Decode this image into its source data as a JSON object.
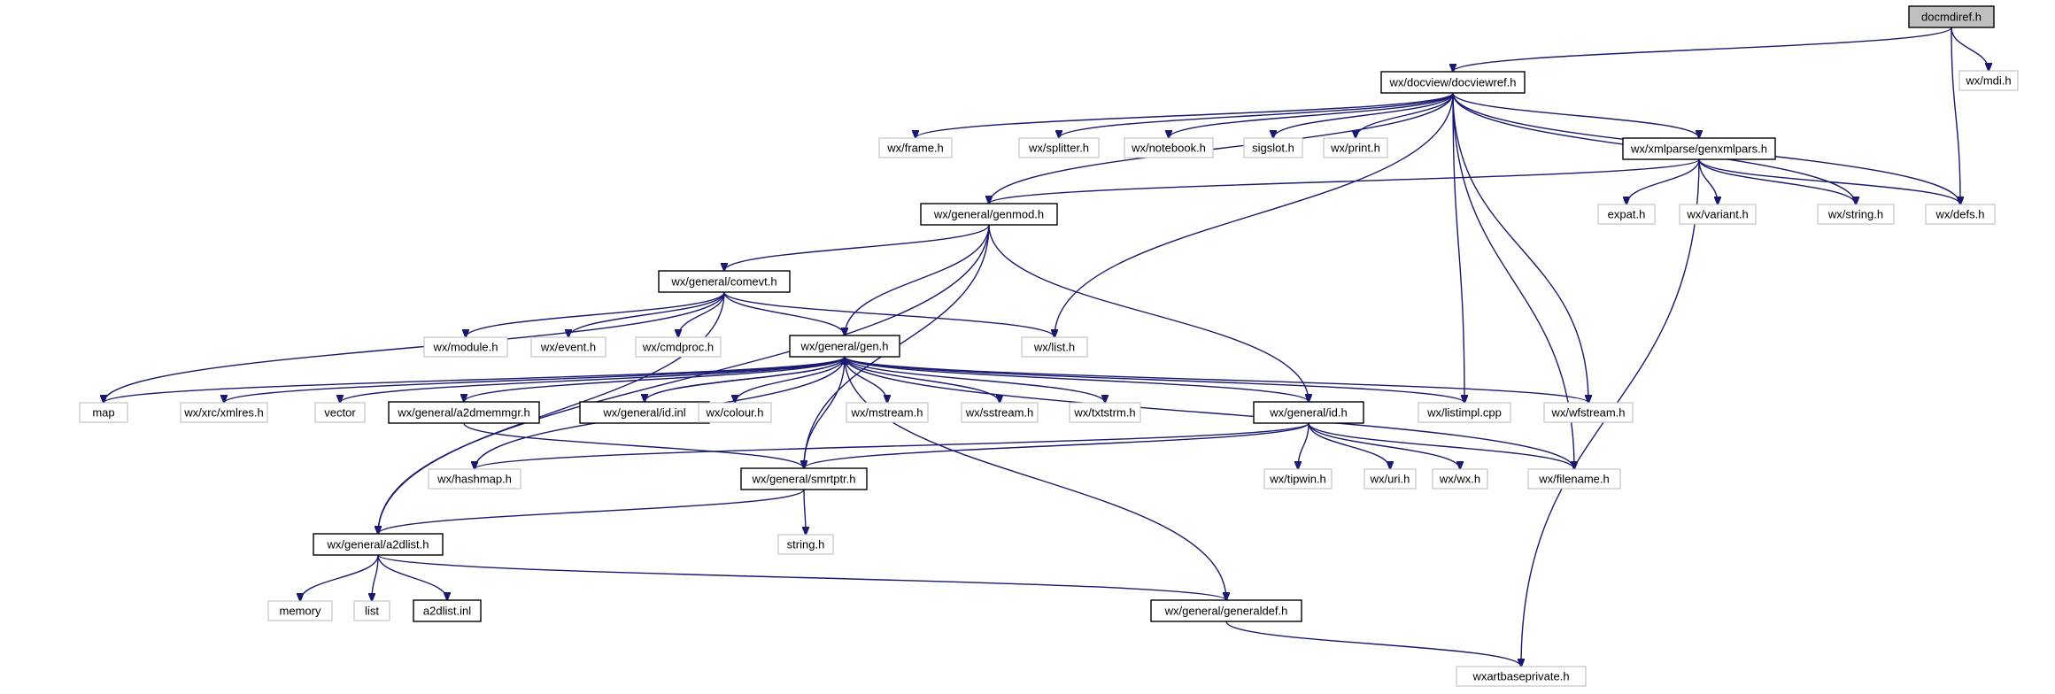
{
  "diagram": {
    "nodes": [
      {
        "id": "docmdiref",
        "label": "docmdiref.h",
        "kind": "root"
      },
      {
        "id": "mdi",
        "label": "wx/mdi.h",
        "kind": "ext"
      },
      {
        "id": "docviewref",
        "label": "wx/docview/docviewref.h",
        "kind": "doc"
      },
      {
        "id": "frame",
        "label": "wx/frame.h",
        "kind": "ext"
      },
      {
        "id": "splitter",
        "label": "wx/splitter.h",
        "kind": "ext"
      },
      {
        "id": "notebook",
        "label": "wx/notebook.h",
        "kind": "ext"
      },
      {
        "id": "sigslot",
        "label": "sigslot.h",
        "kind": "ext"
      },
      {
        "id": "print",
        "label": "wx/print.h",
        "kind": "ext"
      },
      {
        "id": "genxmlpars",
        "label": "wx/xmlparse/genxmlpars.h",
        "kind": "doc"
      },
      {
        "id": "genmod",
        "label": "wx/general/genmod.h",
        "kind": "doc"
      },
      {
        "id": "expat",
        "label": "expat.h",
        "kind": "ext"
      },
      {
        "id": "variant",
        "label": "wx/variant.h",
        "kind": "ext"
      },
      {
        "id": "string",
        "label": "wx/string.h",
        "kind": "ext"
      },
      {
        "id": "defs",
        "label": "wx/defs.h",
        "kind": "ext"
      },
      {
        "id": "comevt",
        "label": "wx/general/comevt.h",
        "kind": "doc"
      },
      {
        "id": "module",
        "label": "wx/module.h",
        "kind": "ext"
      },
      {
        "id": "event",
        "label": "wx/event.h",
        "kind": "ext"
      },
      {
        "id": "cmdproc",
        "label": "wx/cmdproc.h",
        "kind": "ext"
      },
      {
        "id": "list_h",
        "label": "wx/list.h",
        "kind": "ext"
      },
      {
        "id": "gen",
        "label": "wx/general/gen.h",
        "kind": "doc"
      },
      {
        "id": "map",
        "label": "map",
        "kind": "ext"
      },
      {
        "id": "xmlres",
        "label": "wx/xrc/xmlres.h",
        "kind": "ext"
      },
      {
        "id": "vector",
        "label": "vector",
        "kind": "ext"
      },
      {
        "id": "a2dmemmgr",
        "label": "wx/general/a2dmemmgr.h",
        "kind": "doc"
      },
      {
        "id": "idinl",
        "label": "wx/general/id.inl",
        "kind": "doc"
      },
      {
        "id": "colour",
        "label": "wx/colour.h",
        "kind": "ext"
      },
      {
        "id": "mstream",
        "label": "wx/mstream.h",
        "kind": "ext"
      },
      {
        "id": "sstream",
        "label": "wx/sstream.h",
        "kind": "ext"
      },
      {
        "id": "txtstrm",
        "label": "wx/txtstrm.h",
        "kind": "ext"
      },
      {
        "id": "idh",
        "label": "wx/general/id.h",
        "kind": "doc"
      },
      {
        "id": "listimpl",
        "label": "wx/listimpl.cpp",
        "kind": "ext"
      },
      {
        "id": "wfstream",
        "label": "wx/wfstream.h",
        "kind": "ext"
      },
      {
        "id": "hashmap",
        "label": "wx/hashmap.h",
        "kind": "ext"
      },
      {
        "id": "smrtptr",
        "label": "wx/general/smrtptr.h",
        "kind": "doc"
      },
      {
        "id": "tipwin",
        "label": "wx/tipwin.h",
        "kind": "ext"
      },
      {
        "id": "uri",
        "label": "wx/uri.h",
        "kind": "ext"
      },
      {
        "id": "wxh",
        "label": "wx/wx.h",
        "kind": "ext"
      },
      {
        "id": "filename",
        "label": "wx/filename.h",
        "kind": "ext"
      },
      {
        "id": "stringh",
        "label": "string.h",
        "kind": "ext"
      },
      {
        "id": "a2dlist",
        "label": "wx/general/a2dlist.h",
        "kind": "doc"
      },
      {
        "id": "memory",
        "label": "memory",
        "kind": "ext"
      },
      {
        "id": "list",
        "label": "list",
        "kind": "ext"
      },
      {
        "id": "a2dlistinl",
        "label": "a2dlist.inl",
        "kind": "doc"
      },
      {
        "id": "generaldef",
        "label": "wx/general/generaldef.h",
        "kind": "doc"
      },
      {
        "id": "artbase",
        "label": "wxartbaseprivate.h",
        "kind": "ext"
      }
    ],
    "edges": [
      [
        "docmdiref",
        "docviewref"
      ],
      [
        "docmdiref",
        "mdi"
      ],
      [
        "docmdiref",
        "defs"
      ],
      [
        "docviewref",
        "frame"
      ],
      [
        "docviewref",
        "splitter"
      ],
      [
        "docviewref",
        "notebook"
      ],
      [
        "docviewref",
        "sigslot"
      ],
      [
        "docviewref",
        "print"
      ],
      [
        "docviewref",
        "genxmlpars"
      ],
      [
        "docviewref",
        "genmod"
      ],
      [
        "docviewref",
        "string"
      ],
      [
        "docviewref",
        "defs"
      ],
      [
        "docviewref",
        "list_h"
      ],
      [
        "docviewref",
        "listimpl"
      ],
      [
        "docviewref",
        "wfstream"
      ],
      [
        "docviewref",
        "filename"
      ],
      [
        "genxmlpars",
        "genmod"
      ],
      [
        "genxmlpars",
        "expat"
      ],
      [
        "genxmlpars",
        "variant"
      ],
      [
        "genxmlpars",
        "string"
      ],
      [
        "genxmlpars",
        "defs"
      ],
      [
        "genxmlpars",
        "artbase"
      ],
      [
        "genmod",
        "comevt"
      ],
      [
        "genmod",
        "gen"
      ],
      [
        "genmod",
        "idh"
      ],
      [
        "genmod",
        "smrtptr"
      ],
      [
        "genmod",
        "a2dlist"
      ],
      [
        "comevt",
        "module"
      ],
      [
        "comevt",
        "event"
      ],
      [
        "comevt",
        "cmdproc"
      ],
      [
        "comevt",
        "gen"
      ],
      [
        "comevt",
        "list_h"
      ],
      [
        "comevt",
        "a2dlist"
      ],
      [
        "comevt",
        "map"
      ],
      [
        "gen",
        "map"
      ],
      [
        "gen",
        "xmlres"
      ],
      [
        "gen",
        "vector"
      ],
      [
        "gen",
        "a2dmemmgr"
      ],
      [
        "gen",
        "idinl"
      ],
      [
        "gen",
        "colour"
      ],
      [
        "gen",
        "mstream"
      ],
      [
        "gen",
        "sstream"
      ],
      [
        "gen",
        "txtstrm"
      ],
      [
        "gen",
        "idh"
      ],
      [
        "gen",
        "listimpl"
      ],
      [
        "gen",
        "wfstream"
      ],
      [
        "gen",
        "hashmap"
      ],
      [
        "gen",
        "smrtptr"
      ],
      [
        "gen",
        "filename"
      ],
      [
        "gen",
        "generaldef"
      ],
      [
        "idinl",
        "gen"
      ],
      [
        "a2dmemmgr",
        "smrtptr"
      ],
      [
        "idh",
        "hashmap"
      ],
      [
        "idh",
        "smrtptr"
      ],
      [
        "idh",
        "tipwin"
      ],
      [
        "idh",
        "uri"
      ],
      [
        "idh",
        "wxh"
      ],
      [
        "idh",
        "filename"
      ],
      [
        "smrtptr",
        "stringh"
      ],
      [
        "smrtptr",
        "a2dlist"
      ],
      [
        "a2dlist",
        "memory"
      ],
      [
        "a2dlist",
        "list"
      ],
      [
        "a2dlist",
        "a2dlistinl"
      ],
      [
        "a2dlist",
        "generaldef"
      ],
      [
        "generaldef",
        "artbase"
      ]
    ]
  }
}
